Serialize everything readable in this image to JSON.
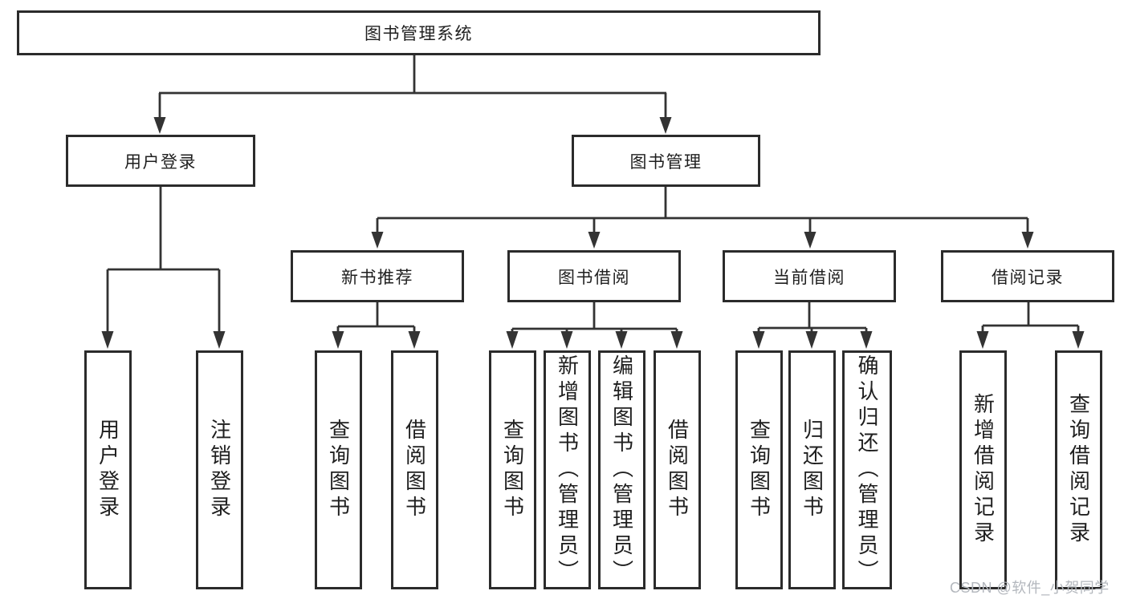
{
  "colors": {
    "line": "#333333",
    "box_border": "#2b2b2b",
    "text": "#1f1f1f",
    "watermark": "#b3b7bd",
    "background": "#ffffff"
  },
  "tree": {
    "root": {
      "label": "图书管理系统"
    },
    "level1": [
      {
        "label": "用户登录"
      },
      {
        "label": "图书管理"
      }
    ],
    "level2": [
      {
        "label": "新书推荐"
      },
      {
        "label": "图书借阅"
      },
      {
        "label": "当前借阅"
      },
      {
        "label": "借阅记录"
      }
    ],
    "leaves": [
      {
        "label": "用户登录"
      },
      {
        "label": "注销登录"
      },
      {
        "label": "查询图书"
      },
      {
        "label": "借阅图书"
      },
      {
        "label": "查询图书"
      },
      {
        "label": "新增图书（管理员）"
      },
      {
        "label": "编辑图书（管理员）"
      },
      {
        "label": "借阅图书"
      },
      {
        "label": "查询图书"
      },
      {
        "label": "归还图书"
      },
      {
        "label": "确认归还（管理员）"
      },
      {
        "label": "新增借阅记录"
      },
      {
        "label": "查询借阅记录"
      }
    ]
  },
  "watermark": "CSDN @软件_小贺同学"
}
